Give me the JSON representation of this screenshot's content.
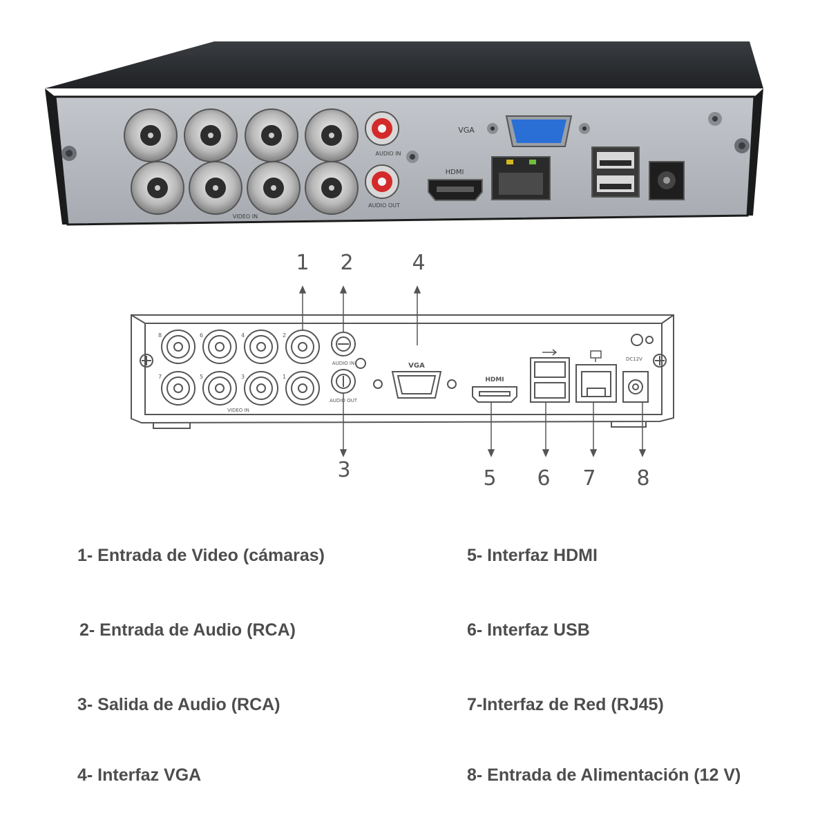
{
  "photo": {
    "labels": {
      "vga": "VGA",
      "hdmi": "HDMI",
      "audio_in": "AUDIO IN",
      "audio_out": "AUDIO OUT",
      "video_in": "VIDEO IN"
    }
  },
  "diagram": {
    "callouts": [
      "1",
      "2",
      "3",
      "4",
      "5",
      "6",
      "7",
      "8"
    ],
    "panel_labels": {
      "vga": "VGA",
      "hdmi": "HDMI",
      "audio_in": "AUDIO IN",
      "audio_out": "AUDIO OUT",
      "video_in": "VIDEO IN",
      "dc": "DC12V"
    },
    "bnc_numbers": [
      "8",
      "6",
      "4",
      "2",
      "7",
      "5",
      "3",
      "1"
    ]
  },
  "legend": {
    "items": [
      "1- Entrada de Video (cámaras)",
      "2- Entrada de Audio (RCA)",
      "3- Salida de Audio (RCA)",
      "4- Interfaz VGA",
      "5- Interfaz HDMI",
      "6- Interfaz USB",
      "7-Interfaz de Red (RJ45)",
      "8- Entrada de Alimentación (12 V)"
    ]
  },
  "colors": {
    "chassis_dark": "#2b2d30",
    "panel_gray": "#b8bcc2",
    "vga_blue": "#2a6fd6",
    "rca_red": "#d42a2a",
    "legend_text": "#4d4d4d",
    "line_art": "#555555"
  }
}
